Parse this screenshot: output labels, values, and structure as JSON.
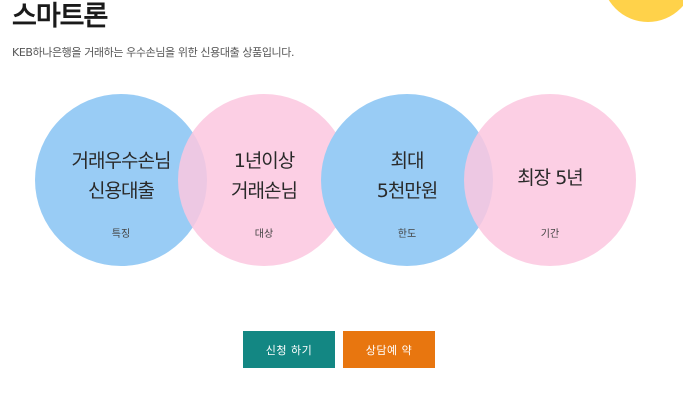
{
  "header": {
    "title": "스마트론",
    "subtitle": "KEB하나은행을 거래하는 우수손님을 위한 신용대출 상품입니다."
  },
  "features": [
    {
      "line1": "거래우수손님",
      "line2": "신용대출",
      "label": "특징"
    },
    {
      "line1": "1년이상",
      "line2": "거래손님",
      "label": "대상"
    },
    {
      "line1": "최대",
      "line2": "5천만원",
      "label": "한도"
    },
    {
      "line1": "최장 5년",
      "label": "기간"
    }
  ],
  "actions": {
    "apply_label": "신청 하기",
    "consult_label": "상담예 약"
  },
  "colors": {
    "blue_circle": "#99ccf5",
    "pink_circle": "#fcc7df",
    "apply_button": "#138783",
    "consult_button": "#e8760f",
    "accent_yellow": "#ffd24a"
  }
}
